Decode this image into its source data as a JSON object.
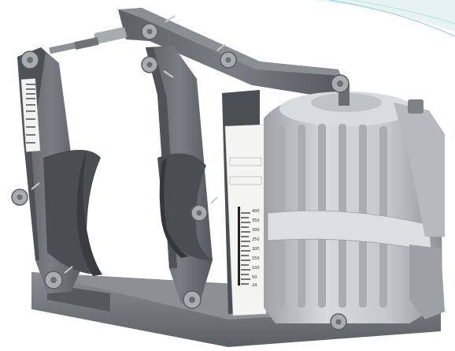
{
  "image": {
    "subject": "electro-hydraulic thruster drum brake",
    "background_color": "#ffffff",
    "metal_color": "#6d7176",
    "thruster_color": "#c9ccd0",
    "base_color": "#7c8084"
  },
  "scale": {
    "labels": [
      "400",
      "350",
      "300",
      "250",
      "200",
      "150",
      "100",
      "50"
    ],
    "start_label": "24"
  }
}
